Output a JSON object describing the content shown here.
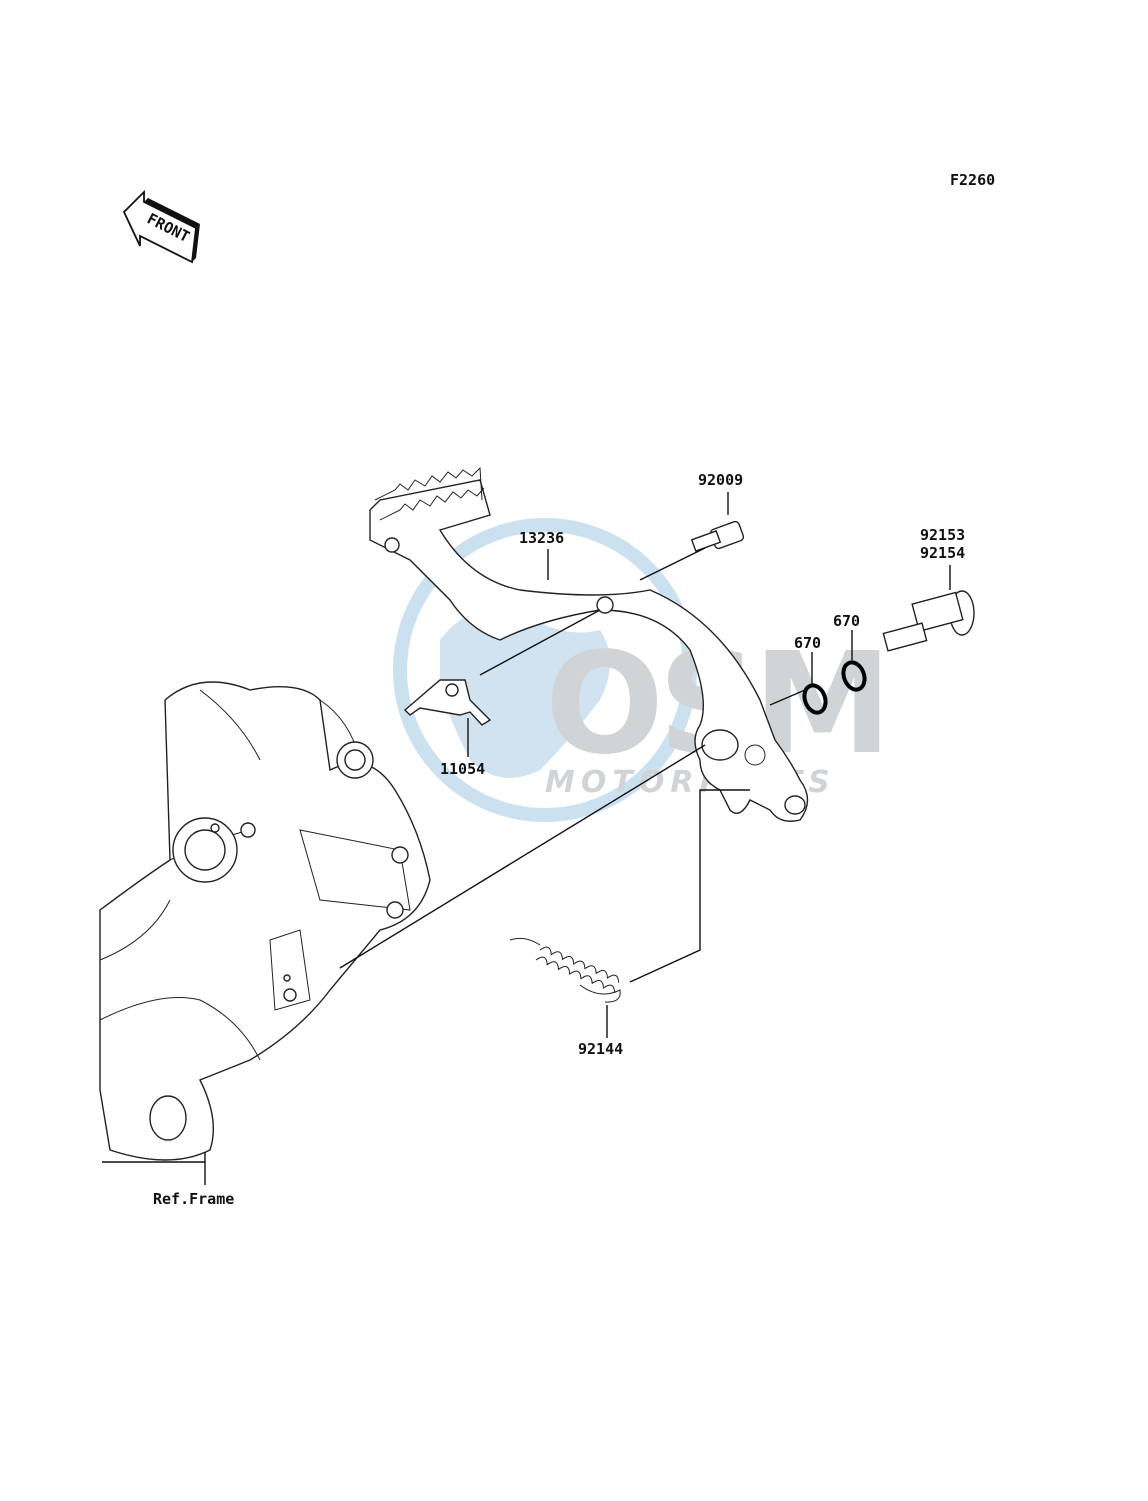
{
  "diagram_code": "F2260",
  "front_arrow": {
    "text": "FRONT",
    "icon": "front-direction-arrow-icon"
  },
  "watermark": {
    "brand": "OSM",
    "sub": "MOTORPARTS",
    "colors": {
      "globe": "#bcd6ea",
      "letters": "#cfd3d6"
    }
  },
  "parts": {
    "p92009": "92009",
    "p13236": "13236",
    "p92153": "92153",
    "p92154": "92154",
    "p670a": "670",
    "p670b": "670",
    "p11054": "11054",
    "p92144": "92144",
    "ref_frame": "Ref.Frame"
  },
  "colors": {
    "ink": "#111111",
    "ring": "#000000"
  }
}
